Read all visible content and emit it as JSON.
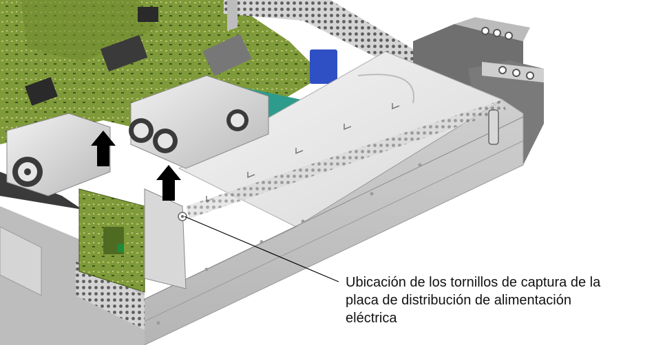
{
  "callout": {
    "lines": [
      "Ubicación de los tornillos de captura de la",
      "placa de distribución de alimentación",
      "eléctrica"
    ]
  },
  "colors": {
    "chassis_light": "#e4e4e4",
    "chassis_mid": "#c8c8c8",
    "chassis_dark": "#8f8f8f",
    "pcb_green": "#7f9a3a",
    "pcb_dark": "#4f6b22",
    "teal_connector": "#2e9c8c",
    "blue_connector": "#2f4fc4",
    "arrow_black": "#000000"
  },
  "icons": [
    "up-arrow-icon",
    "up-arrow-icon"
  ]
}
